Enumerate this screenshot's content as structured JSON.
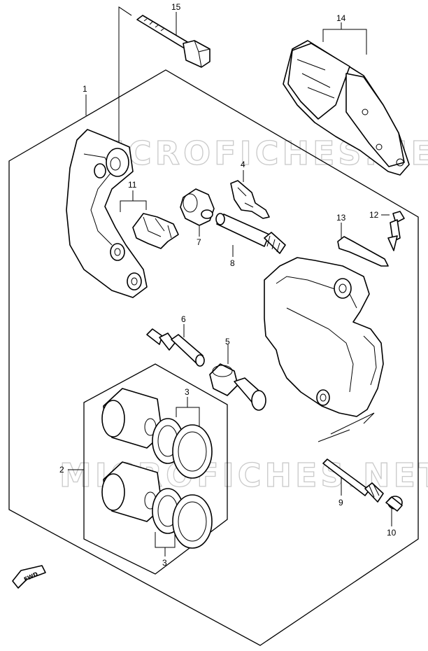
{
  "watermark": "MICROFICHES.NET",
  "direction_label": "FWD",
  "callouts": {
    "p1": "1",
    "p2": "2",
    "p3a": "3",
    "p3b": "3",
    "p4": "4",
    "p5": "5",
    "p6": "6",
    "p7": "7",
    "p8": "8",
    "p9": "9",
    "p10": "10",
    "p11": "11",
    "p12": "12",
    "p13": "13",
    "p14": "14",
    "p15": "15"
  }
}
